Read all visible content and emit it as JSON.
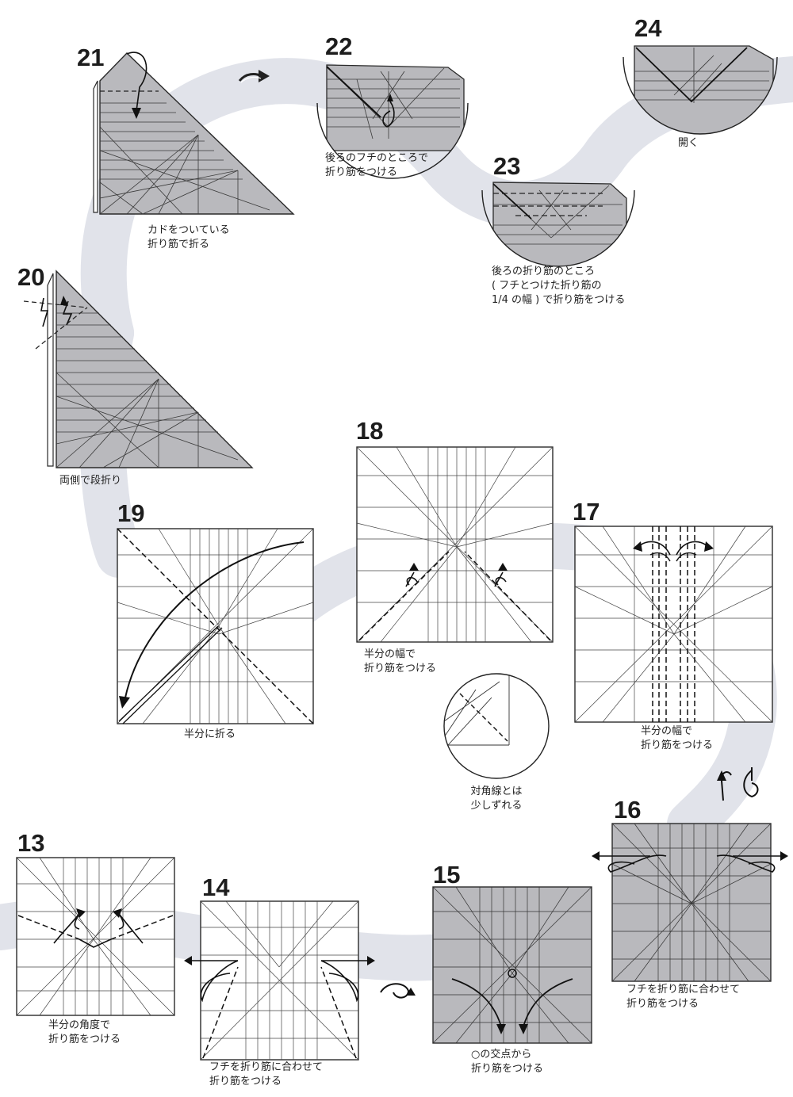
{
  "steps": [
    {
      "number": "20",
      "caption": [
        "両側で段折り"
      ]
    },
    {
      "number": "21",
      "caption": [
        "カドをついている",
        "折り筋で折る"
      ]
    },
    {
      "number": "22",
      "caption": [
        "後ろのフチのところで",
        "折り筋をつける"
      ]
    },
    {
      "number": "23",
      "caption": [
        "後ろの折り筋のところ",
        "( フチとつけた折り筋の",
        "1/4 の幅 ) で折り筋をつける"
      ]
    },
    {
      "number": "24",
      "caption": [
        "開く"
      ]
    },
    {
      "number": "19",
      "caption": [
        "半分に折る"
      ]
    },
    {
      "number": "18",
      "caption": [
        "半分の幅で",
        "折り筋をつける"
      ]
    },
    {
      "number": "17",
      "caption": [
        "半分の幅で",
        "折り筋をつける"
      ]
    },
    {
      "number": "16",
      "caption": [
        "フチを折り筋に合わせて",
        "折り筋をつける"
      ]
    },
    {
      "number": "15",
      "caption": [
        "○の交点から",
        "折り筋をつける"
      ]
    },
    {
      "number": "14",
      "caption": [
        "フチを折り筋に合わせて",
        "折り筋をつける"
      ]
    },
    {
      "number": "13",
      "caption": [
        "半分の角度で",
        "折り筋をつける"
      ]
    }
  ],
  "detail_callout": {
    "caption": [
      "対角線とは",
      "少しずれる"
    ]
  },
  "colors": {
    "paper_gray": "#b9b9bd",
    "paper_white": "#ffffff",
    "line": "#2a2a2a",
    "path_band": "#dfe1e8"
  },
  "icons": [
    "turn-over-icon",
    "rotate-icon",
    "mountain-fold-arrow-icon"
  ]
}
